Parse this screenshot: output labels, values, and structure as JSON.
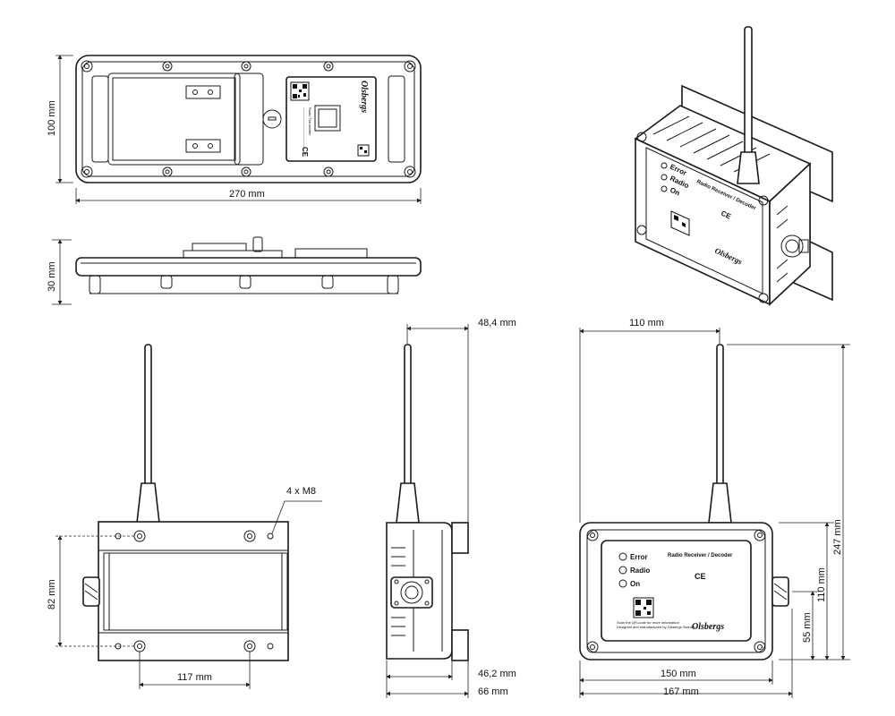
{
  "dimensions": {
    "top_width": "270 mm",
    "top_height": "100 mm",
    "side_height": "30 mm",
    "front_mount_width": "117 mm",
    "front_mount_height": "82 mm",
    "bolt_note": "4 x M8",
    "profile_depth_total": "48,4 mm",
    "profile_depth_body": "46,2 mm",
    "profile_depth_full": "66 mm",
    "panel_width_top": "110 mm",
    "panel_width_body": "150 mm",
    "panel_width_full": "167 mm",
    "height_total": "247 mm",
    "height_body": "110 mm",
    "height_connector": "55 mm"
  },
  "panel": {
    "led_error": "Error",
    "led_radio": "Radio",
    "led_on": "On",
    "title": "Radio Receiver / Decoder",
    "ce_mark": "CE",
    "brand": "Olsbergs",
    "qr_caption_1": "Scan the QR-code for more information",
    "qr_caption_2": "Designed and manufactured by Olsbergs Sweden"
  },
  "top_label": {
    "title": "Radio Transmitter",
    "ce_mark": "CE",
    "brand": "Olsbergs"
  },
  "iso_view": {
    "led_error": "Error",
    "led_radio": "Radio",
    "led_on": "On",
    "title": "Radio Receiver / Decoder",
    "ce_mark": "CE",
    "brand": "Olsbergs"
  }
}
